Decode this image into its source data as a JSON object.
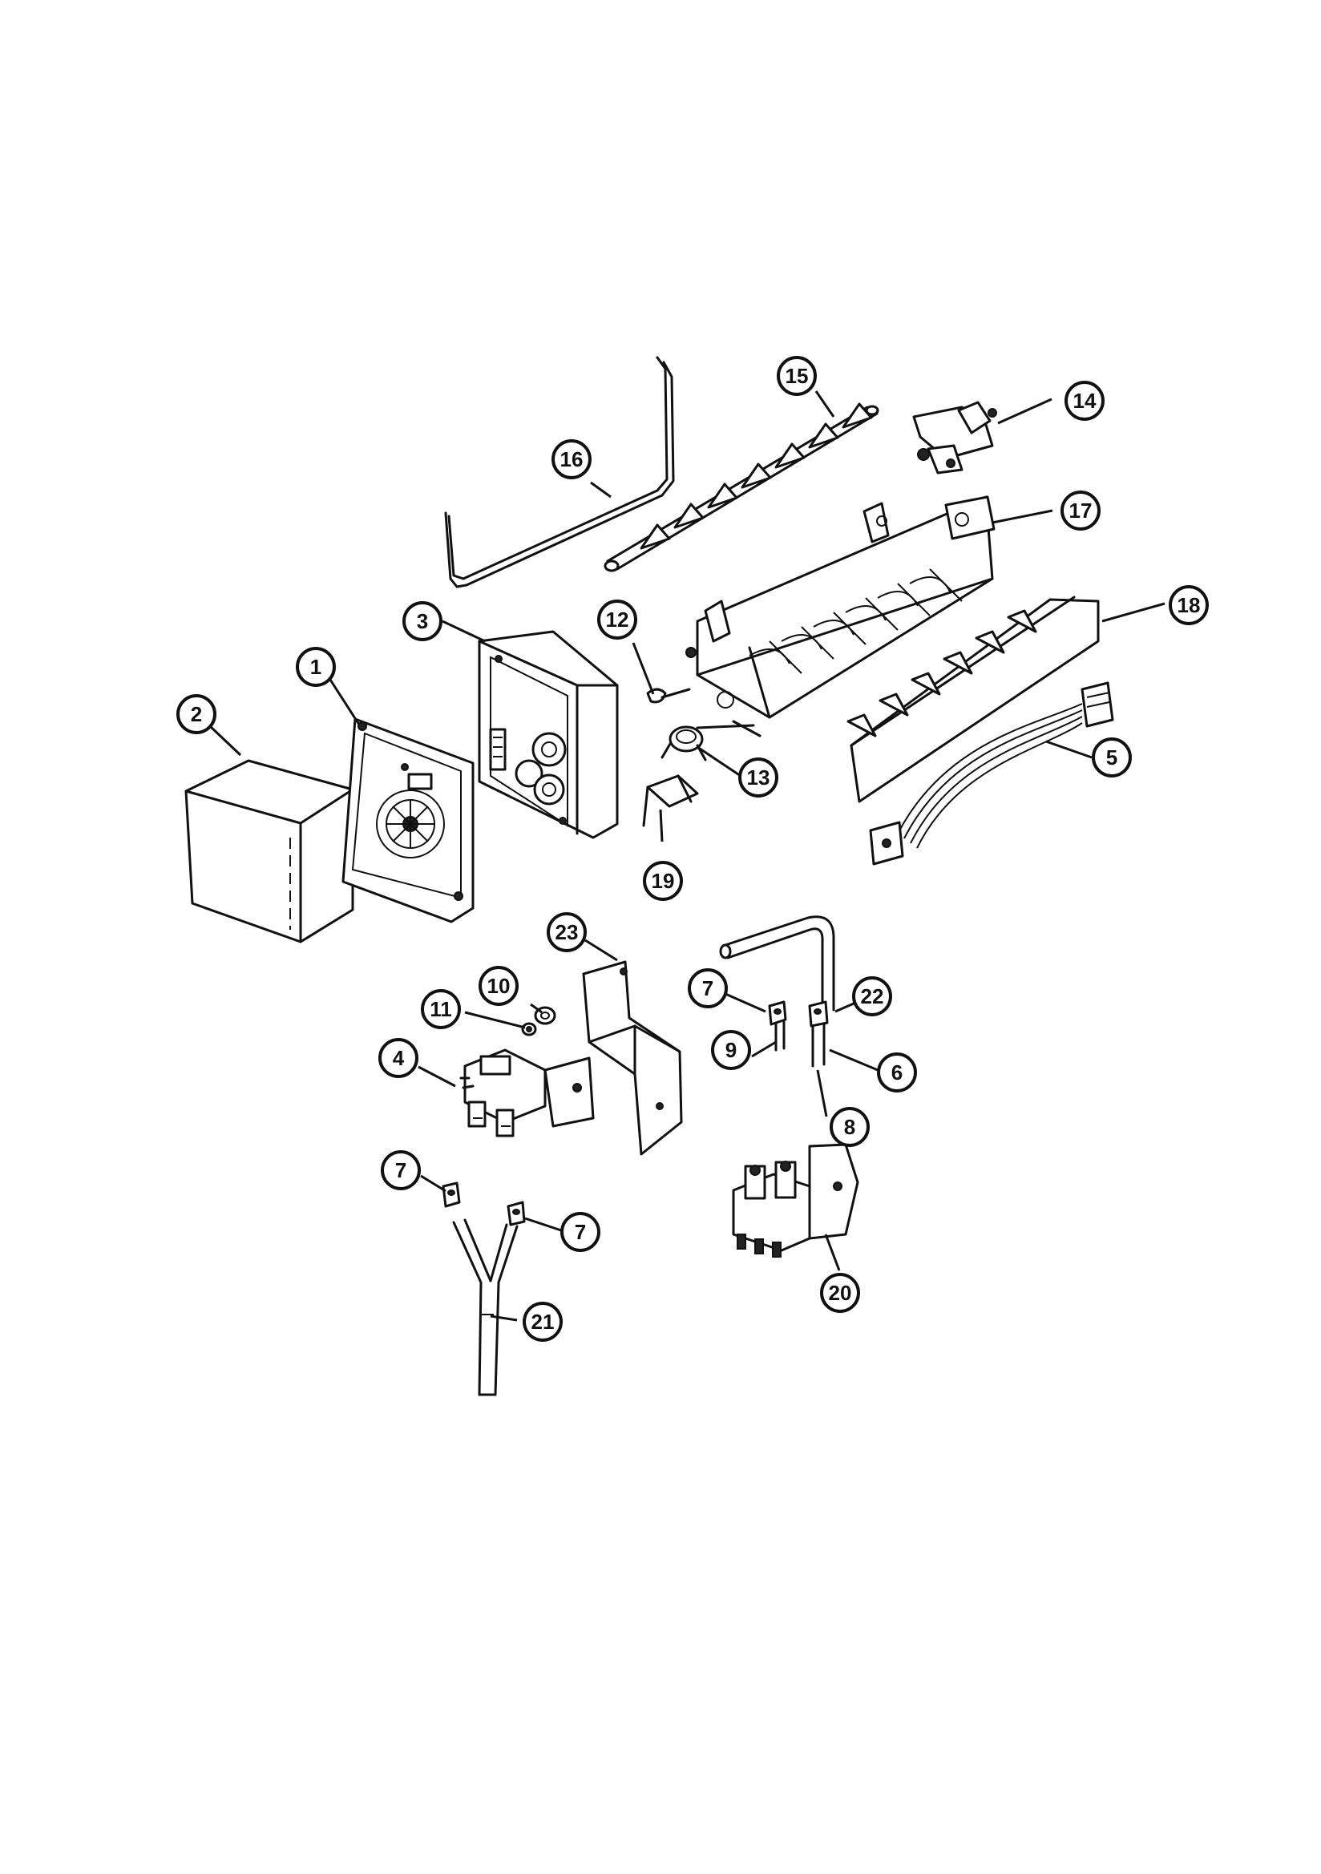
{
  "callouts": [
    {
      "id": "c1",
      "label": "1"
    },
    {
      "id": "c2",
      "label": "2"
    },
    {
      "id": "c3",
      "label": "3"
    },
    {
      "id": "c4",
      "label": "4"
    },
    {
      "id": "c5",
      "label": "5"
    },
    {
      "id": "c6",
      "label": "6"
    },
    {
      "id": "c7a",
      "label": "7"
    },
    {
      "id": "c7b",
      "label": "7"
    },
    {
      "id": "c7c",
      "label": "7"
    },
    {
      "id": "c8",
      "label": "8"
    },
    {
      "id": "c9",
      "label": "9"
    },
    {
      "id": "c10",
      "label": "10"
    },
    {
      "id": "c11",
      "label": "11"
    },
    {
      "id": "c12",
      "label": "12"
    },
    {
      "id": "c13",
      "label": "13"
    },
    {
      "id": "c14",
      "label": "14"
    },
    {
      "id": "c15",
      "label": "15"
    },
    {
      "id": "c16",
      "label": "16"
    },
    {
      "id": "c17",
      "label": "17"
    },
    {
      "id": "c18",
      "label": "18"
    },
    {
      "id": "c19",
      "label": "19"
    },
    {
      "id": "c20",
      "label": "20"
    },
    {
      "id": "c21",
      "label": "21"
    },
    {
      "id": "c22",
      "label": "22"
    },
    {
      "id": "c23",
      "label": "23"
    }
  ]
}
